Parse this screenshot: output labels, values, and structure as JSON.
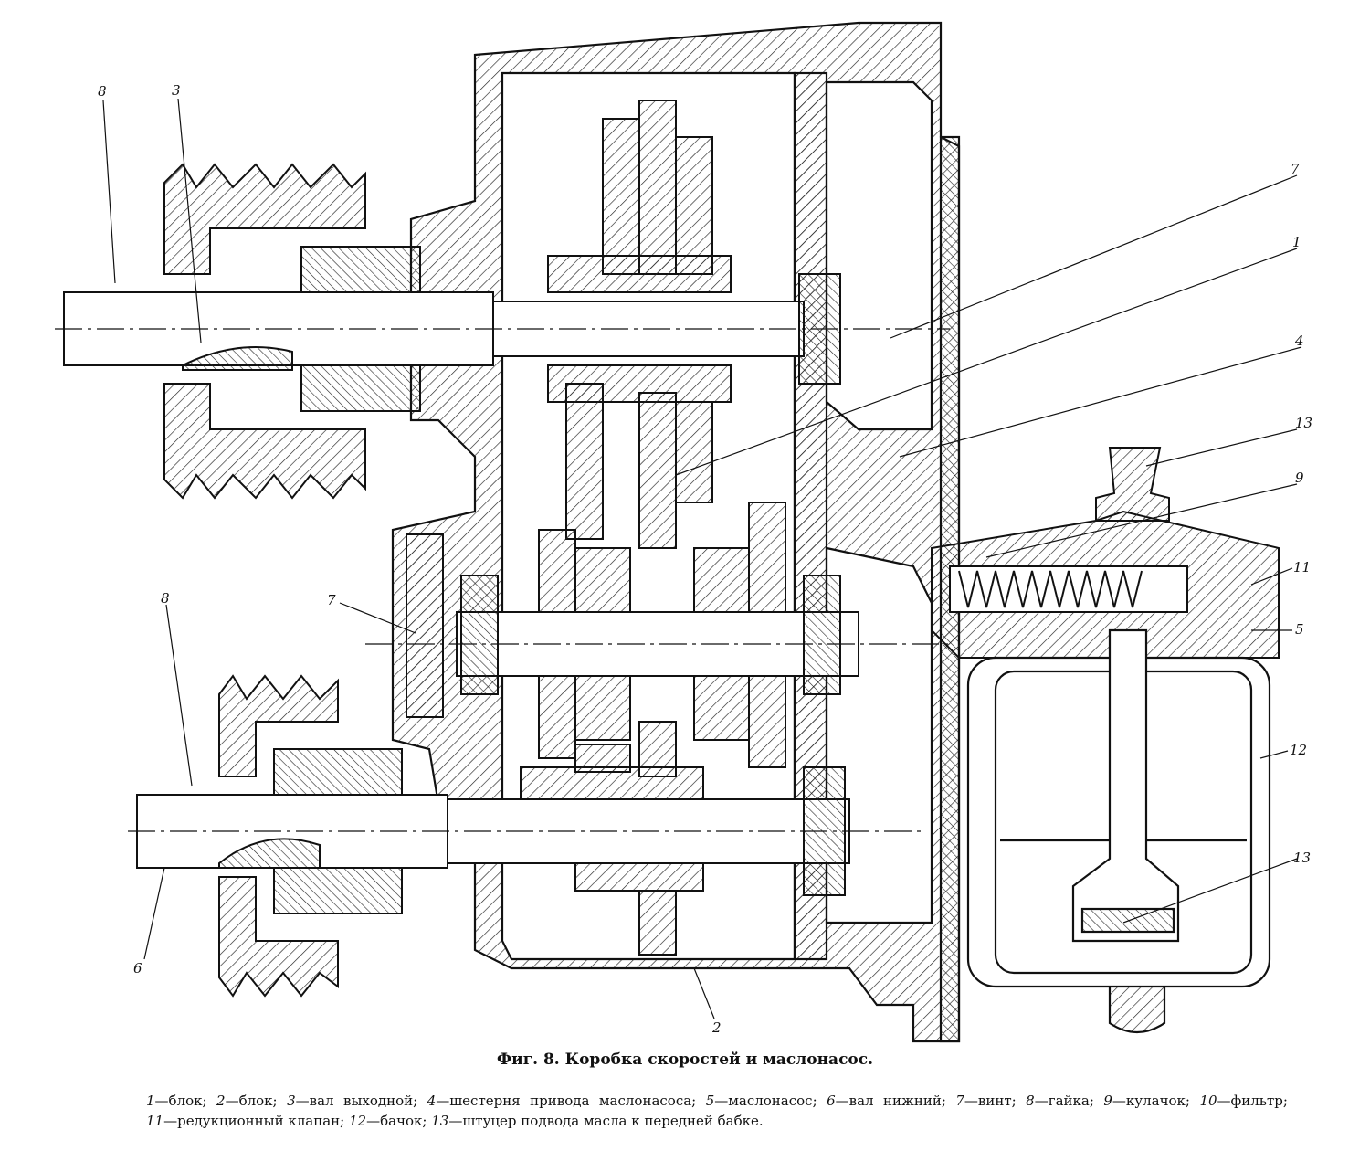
{
  "caption": "Фиг. 8. Коробка скоростей и маслонасос.",
  "callouts": [
    {
      "id": "8-top",
      "text": "8"
    },
    {
      "id": "3-top",
      "text": "3"
    },
    {
      "id": "7-right",
      "text": "7"
    },
    {
      "id": "1",
      "text": "1"
    },
    {
      "id": "4",
      "text": "4"
    },
    {
      "id": "13-top",
      "text": "13"
    },
    {
      "id": "9",
      "text": "9"
    },
    {
      "id": "11",
      "text": "11"
    },
    {
      "id": "5-right",
      "text": "5"
    },
    {
      "id": "12",
      "text": "12"
    },
    {
      "id": "13-bottom",
      "text": "13"
    },
    {
      "id": "8-left",
      "text": "8"
    },
    {
      "id": "7-left",
      "text": "7"
    },
    {
      "id": "6",
      "text": "6"
    },
    {
      "id": "2",
      "text": "2"
    }
  ],
  "legend": [
    {
      "num": "1",
      "text": "—блок;"
    },
    {
      "num": "2",
      "text": "—блок;"
    },
    {
      "num": "3",
      "text": "—вал выходной;"
    },
    {
      "num": "4",
      "text": "—шестерня привода маслонасоса;"
    },
    {
      "num": "5",
      "text": "—маслонасос;"
    },
    {
      "num": "6",
      "text": "—вал нижний;"
    },
    {
      "num": "7",
      "text": "—винт;"
    },
    {
      "num": "8",
      "text": "—гайка;"
    },
    {
      "num": "9",
      "text": "—кулачок;"
    },
    {
      "num": "10",
      "text": "—фильтр;"
    },
    {
      "num": "11",
      "text": "—редукционный клапан;"
    },
    {
      "num": "12",
      "text": "—бачок;"
    },
    {
      "num": "13",
      "text": "—штуцер подвода масла к передней бабке."
    }
  ]
}
